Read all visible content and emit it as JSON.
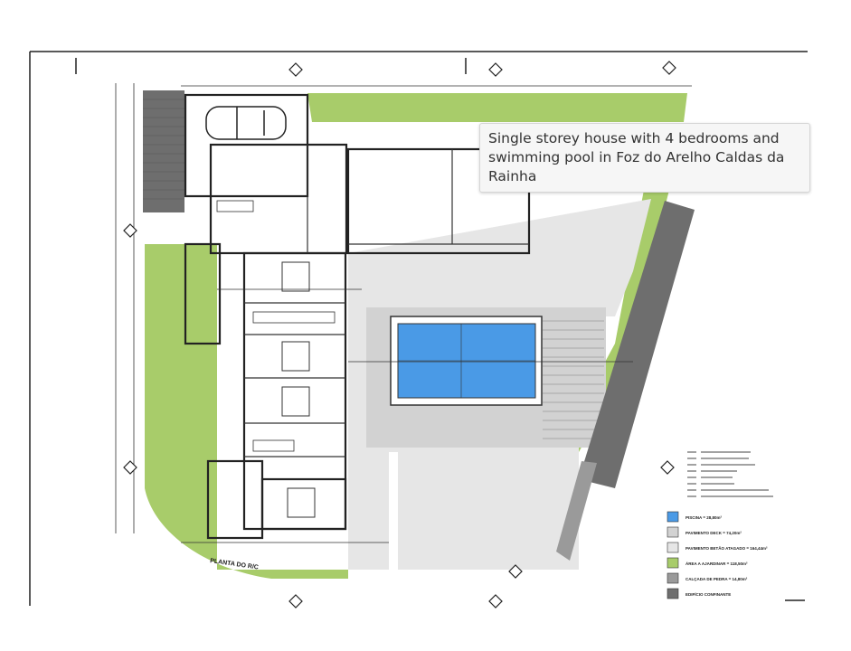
{
  "plan": {
    "title": "PLANTA DO R/C",
    "colors": {
      "pool": "#4a9ae6",
      "deck": "#d2d2d2",
      "stone_paving": "#e6e6e6",
      "garden": "#a8cc6a",
      "stone_sidewalk": "#9a9a9a",
      "neighbor": "#6e6e6e",
      "wall": "#222222"
    },
    "legend": [
      {
        "key": "pool",
        "label": "PISCINA = 28,80m²"
      },
      {
        "key": "deck",
        "label": "PAVIMENTO DECK = 74,20m²"
      },
      {
        "key": "stone_paving",
        "label": "PAVIMENTO BETÃO ATAGADO = 164,44m²"
      },
      {
        "key": "garden",
        "label": "ÁREA A AJARDINAR = 118,50m²"
      },
      {
        "key": "stone_sidewalk",
        "label": "CALÇADA DE PEDRA = 14,80m²"
      },
      {
        "key": "neighbor",
        "label": "EDIFÍCIO CONFINANTE"
      }
    ]
  },
  "tooltip": {
    "text": "Single storey house with 4 bedrooms and swimming pool in Foz do Arelho Caldas da Rainha"
  }
}
